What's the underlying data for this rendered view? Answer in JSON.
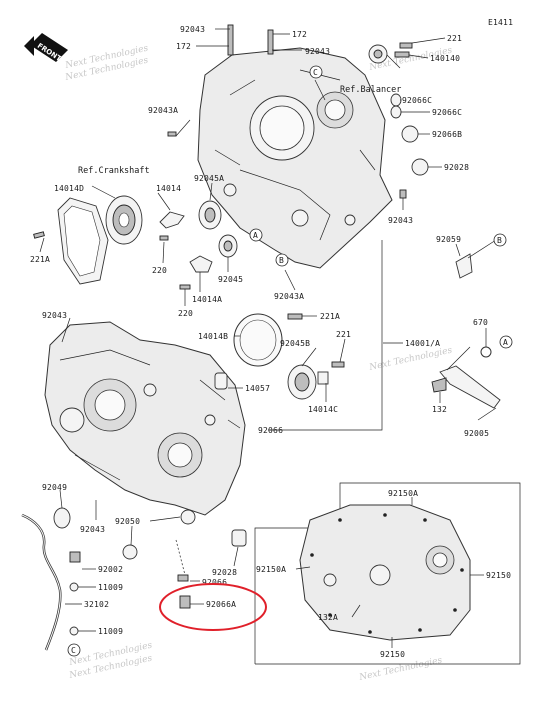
{
  "diagram": {
    "code": "E1411",
    "front_badge": "FRONT",
    "watermark": "Next Technologies",
    "refs": {
      "crankshaft": "Ref.Crankshaft",
      "balancer": "Ref.Balancer"
    },
    "callouts": {
      "c": "C",
      "a": "A",
      "b": "B"
    },
    "parts": {
      "p92043_top": "92043",
      "p172_a": "172",
      "p172_b": "172",
      "p92043_b": "92043",
      "p221_top": "221",
      "p140140": "140140",
      "p92043a": "92043A",
      "p92066c_1": "92066C",
      "p92066c_2": "92066C",
      "p92066b": "92066B",
      "p92028_top": "92028",
      "p14014d": "14014D",
      "p14014": "14014",
      "p92045a": "92045A",
      "p221a_left": "221A",
      "p220_a": "220",
      "p92045": "92045",
      "p220_b": "220",
      "p14014a": "14014A",
      "p92043a_mid": "92043A",
      "p92043_right": "92043",
      "p92059": "92059",
      "p92043_left": "92043",
      "p14014b": "14014B",
      "p221a_mid": "221A",
      "p221_mid": "221",
      "p92045b": "92045B",
      "p14001a": "14001/A",
      "p14057": "14057",
      "p14014c": "14014C",
      "p670": "670",
      "p92066": "92066",
      "p132": "132",
      "p92005": "92005",
      "p92049": "92049",
      "p92050": "92050",
      "p92043_low": "92043",
      "p92150a_top": "92150A",
      "p92150a_left": "92150A",
      "p92150_right": "92150",
      "p92002": "92002",
      "p11009_a": "11009",
      "p32102": "32102",
      "p11009_b": "11009",
      "p92028_low": "92028",
      "p92066_low": "92066",
      "p92066a": "92066A",
      "p132a": "132A",
      "p92150_bottom": "92150"
    },
    "highlight_color": "#e0202a"
  }
}
